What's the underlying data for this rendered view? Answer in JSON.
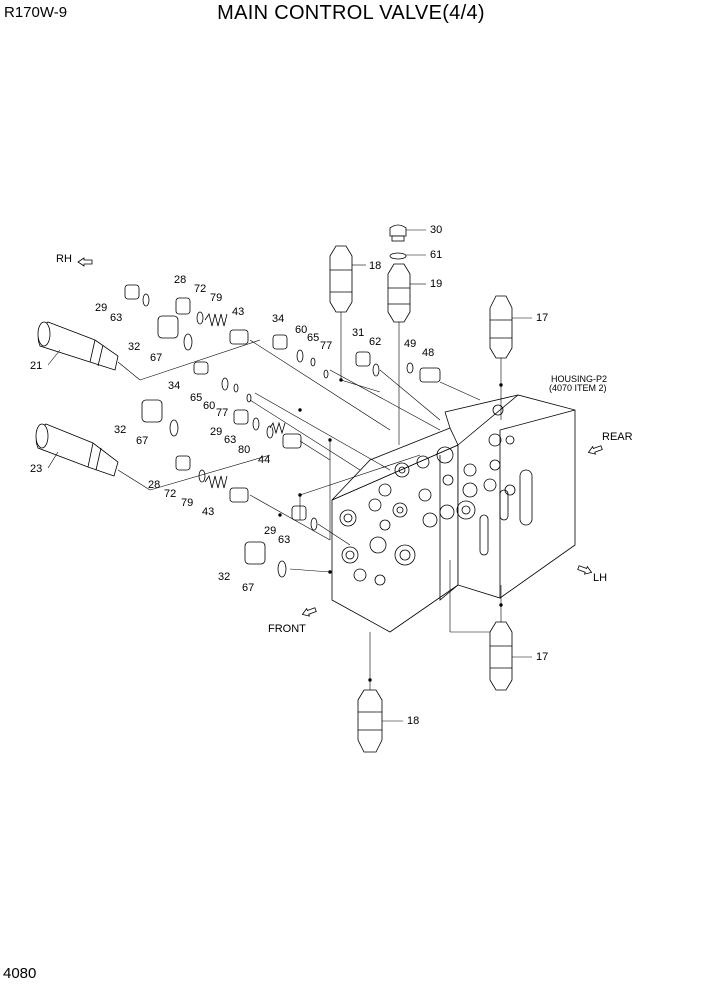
{
  "header": {
    "model": "R170W-9",
    "title": "MAIN CONTROL VALVE(4/4)"
  },
  "footer": {
    "page_number": "4080"
  },
  "directions": {
    "rh": "RH",
    "rear": "REAR",
    "lh": "LH",
    "front": "FRONT"
  },
  "housing": {
    "line1": "HOUSING-P2",
    "line2": "(4070 ITEM 2)"
  },
  "callouts": {
    "c30": "30",
    "c61": "61",
    "c18a": "18",
    "c19": "19",
    "c17a": "17",
    "c28a": "28",
    "c72a": "72",
    "c79a": "79",
    "c29a": "29",
    "c63a": "63",
    "c43a": "43",
    "c34a": "34",
    "c60a": "60",
    "c65a": "65",
    "c77a": "77",
    "c31": "31",
    "c62": "62",
    "c49": "49",
    "c48": "48",
    "c32a": "32",
    "c67a": "67",
    "c21": "21",
    "c34b": "34",
    "c65b": "65",
    "c60b": "60",
    "c77b": "77",
    "c29b": "29",
    "c63b": "63",
    "c80": "80",
    "c44": "44",
    "c32b": "32",
    "c67b": "67",
    "c23": "23",
    "c28b": "28",
    "c72b": "72",
    "c79b": "79",
    "c43b": "43",
    "c29c": "29",
    "c63c": "63",
    "c32c": "32",
    "c67c": "67",
    "c17b": "17",
    "c18b": "18"
  }
}
